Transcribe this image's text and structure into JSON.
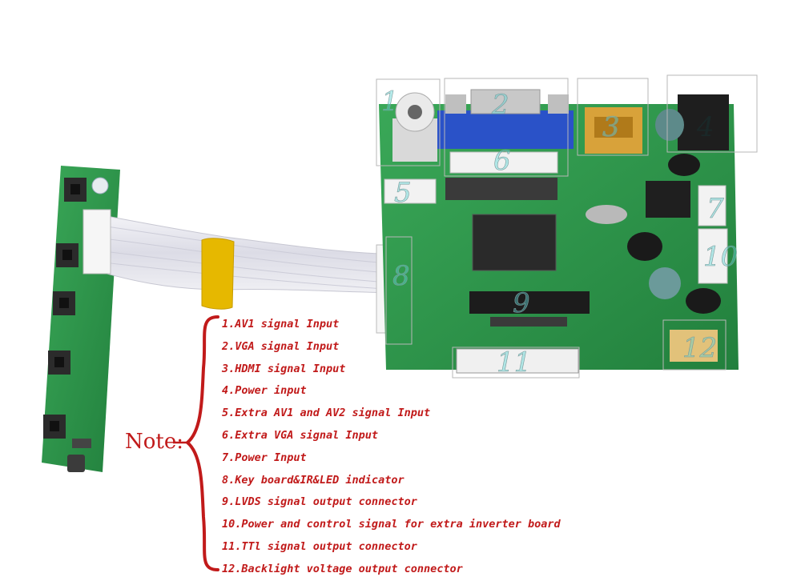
{
  "note_label": "Note:",
  "callouts": [
    {
      "id": "1",
      "text": "1.AV1 signal Input"
    },
    {
      "id": "2",
      "text": "2.VGA signal Input"
    },
    {
      "id": "3",
      "text": "3.HDMI signal Input"
    },
    {
      "id": "4",
      "text": "4.Power input"
    },
    {
      "id": "5",
      "text": "5.Extra AV1 and AV2 signal Input"
    },
    {
      "id": "6",
      "text": "6.Extra VGA signal Input"
    },
    {
      "id": "7",
      "text": "7.Power Input"
    },
    {
      "id": "8",
      "text": "8.Key board&IR&LED indicator"
    },
    {
      "id": "9",
      "text": "9.LVDS signal output connector"
    },
    {
      "id": "10",
      "text": "10.Power and control signal for extra inverter board"
    },
    {
      "id": "11",
      "text": "11.TTl signal output connector"
    },
    {
      "id": "12",
      "text": "12.Backlight voltage output connector"
    }
  ],
  "colors": {
    "note_red": "#c11a1a",
    "pcb_green": "#2f9a4c",
    "vga_blue": "#2a52c8"
  }
}
